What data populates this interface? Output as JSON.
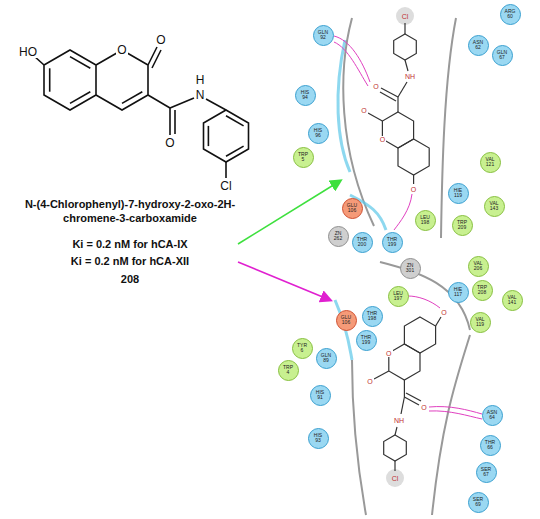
{
  "diagram": {
    "nodes": [
      {
        "text": [
          "GLN 92"
        ]
      },
      {
        "text": [
          "ARG 60"
        ]
      },
      {
        "text": [
          "ASN 62"
        ]
      },
      {
        "text": [
          "GLN 67"
        ]
      },
      {
        "text": [
          "HIS 94"
        ]
      },
      {
        "text": [
          "HIS 96"
        ]
      },
      {
        "text": [
          "TRP 5"
        ]
      },
      {
        "text": [
          "VAL 121"
        ]
      },
      {
        "text": [
          "HIE 119"
        ]
      },
      {
        "text": [
          "VAL 143"
        ]
      },
      {
        "text": [
          "GLU 106"
        ]
      },
      {
        "text": [
          "TRP 209"
        ]
      },
      {
        "text": [
          "LEU 198"
        ]
      },
      {
        "text": [
          "ZN 262"
        ]
      },
      {
        "text": [
          "THR 200"
        ]
      },
      {
        "text": [
          "THR 199"
        ]
      },
      {
        "text": [
          "ZN 301"
        ]
      },
      {
        "text": [
          "VAL 206"
        ]
      },
      {
        "text": [
          "TRP 208"
        ]
      },
      {
        "text": [
          "LEU 197"
        ]
      },
      {
        "text": [
          "HIE 117"
        ]
      },
      {
        "text": [
          "VAL 141"
        ]
      },
      {
        "text": [
          "THR 198"
        ]
      },
      {
        "text": [
          "GLU 106"
        ]
      },
      {
        "text": [
          "VAL 119"
        ]
      },
      {
        "text": [
          "THR 199"
        ]
      },
      {
        "text": [
          "TYR 6"
        ]
      },
      {
        "text": [
          "GLN 89"
        ]
      },
      {
        "text": [
          "TRP 4"
        ]
      },
      {
        "text": [
          "HIS 91"
        ]
      },
      {
        "text": [
          "ASN 64"
        ]
      },
      {
        "text": [
          "HIS 93"
        ]
      },
      {
        "text": [
          "THR 66"
        ]
      },
      {
        "text": [
          "SER 67"
        ]
      },
      {
        "text": [
          "SER 69"
        ]
      }
    ],
    "labels": [
      "N-(4-Chlorophenyl)-7-hydroxy-2-oxo-2H-chromene-3-carboxamide",
      "Ki = 0.2 nM for hCA-IX",
      "Ki = 0.2 nM for hCA-XII",
      "208",
      "HO",
      "O",
      "O",
      "O",
      "N",
      "H",
      "Cl",
      "Cl",
      "NH",
      "O",
      "O",
      "O",
      "O",
      "O",
      "O",
      "O",
      "O",
      "NH",
      "Cl"
    ]
  }
}
